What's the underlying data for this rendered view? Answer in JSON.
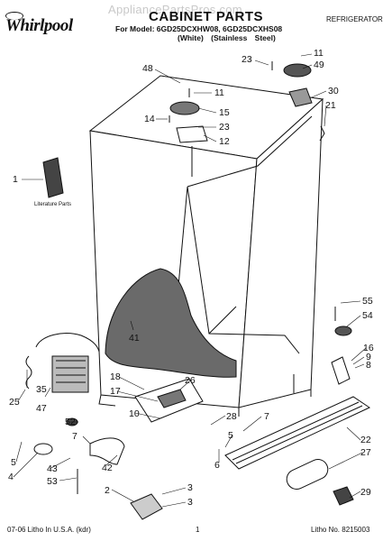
{
  "watermark": "AppliancePartsPros.com",
  "brand": {
    "logo_text": "Whirlpool"
  },
  "header": {
    "title": "CABINET PARTS",
    "model_line": "For Model: 6GD25DCXHW08, 6GD25DCXHS08",
    "variants": "(White) (Stainless Steel)",
    "category": "REFRIGERATOR"
  },
  "diagram": {
    "literature_label": "Literature Parts",
    "callouts": {
      "c48": "48",
      "c23a": "23",
      "c11a": "11",
      "c49": "49",
      "c30": "30",
      "c21": "21",
      "c11b": "11",
      "c15": "15",
      "c14": "14",
      "c23b": "23",
      "c12": "12",
      "c1": "1",
      "c55": "55",
      "c54": "54",
      "c41": "41",
      "c16": "16",
      "c9": "9",
      "c8": "8",
      "c35": "35",
      "c47": "47",
      "c18": "18",
      "c26": "26",
      "c17": "17",
      "c25": "25",
      "c52": "52",
      "c10": "10",
      "c28": "28",
      "c7a": "7",
      "c7b": "7",
      "c22": "22",
      "c5a": "5",
      "c5b": "5",
      "c27": "27",
      "c43": "43",
      "c42": "42",
      "c6": "6",
      "c4": "4",
      "c53": "53",
      "c29": "29",
      "c2": "2",
      "c3a": "3",
      "c3b": "3"
    }
  },
  "footer": {
    "left": "07-06 Litho In U.S.A. (kdr)",
    "page": "1",
    "right": "Litho No. 8215003"
  }
}
